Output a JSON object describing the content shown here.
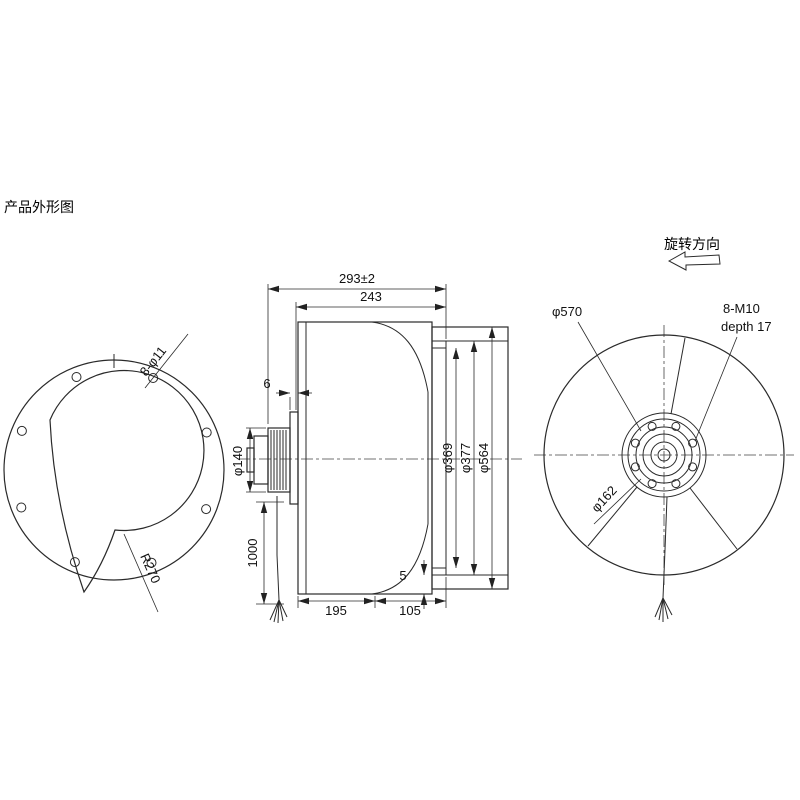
{
  "title": "产品外形图",
  "left_view": {
    "holes_label": "8-φ11",
    "radius_label": "R270"
  },
  "side_view": {
    "overall_depth": "293±2",
    "wheel_depth": "243",
    "plate_offset": "6",
    "motor_diameter": "φ140",
    "cable_length": "1000",
    "back_width": "195",
    "lip_width": "105",
    "gap": "5",
    "dia_369": "φ369",
    "dia_377": "φ377",
    "dia_564": "φ564"
  },
  "front_view": {
    "rotation_label": "旋转方向",
    "blade_diameter": "φ570",
    "bolt_spec": "8-M10",
    "bolt_depth": "depth 17",
    "hub_diameter": "φ162"
  }
}
